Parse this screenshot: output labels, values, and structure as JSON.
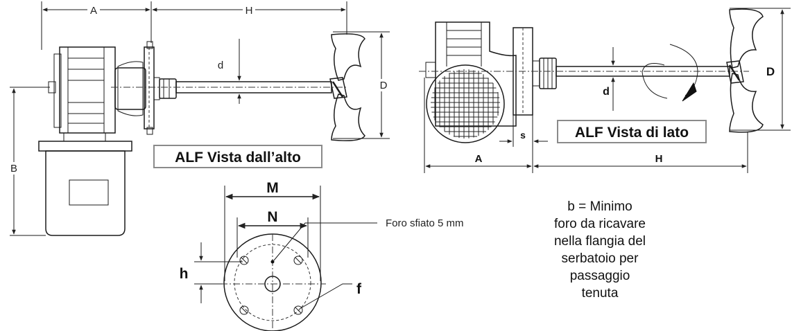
{
  "top_view": {
    "caption": "ALF Vista dall’alto",
    "dim_A": "A",
    "dim_H": "H",
    "dim_d": "d",
    "dim_D": "D",
    "dim_B": "B"
  },
  "side_view": {
    "caption": "ALF Vista di lato",
    "dim_A": "A",
    "dim_H": "H",
    "dim_d": "d",
    "dim_D": "D",
    "dim_s": "s"
  },
  "flange_view": {
    "dim_M": "M",
    "dim_N": "N",
    "dim_h": "h",
    "dim_f": "f",
    "vent_label": "Foro sfiato 5 mm"
  },
  "note": {
    "lines": [
      "b = Minimo",
      "foro da ricavare",
      "nella flangia del",
      "serbatoio per",
      "passaggio",
      "tenuta"
    ]
  }
}
